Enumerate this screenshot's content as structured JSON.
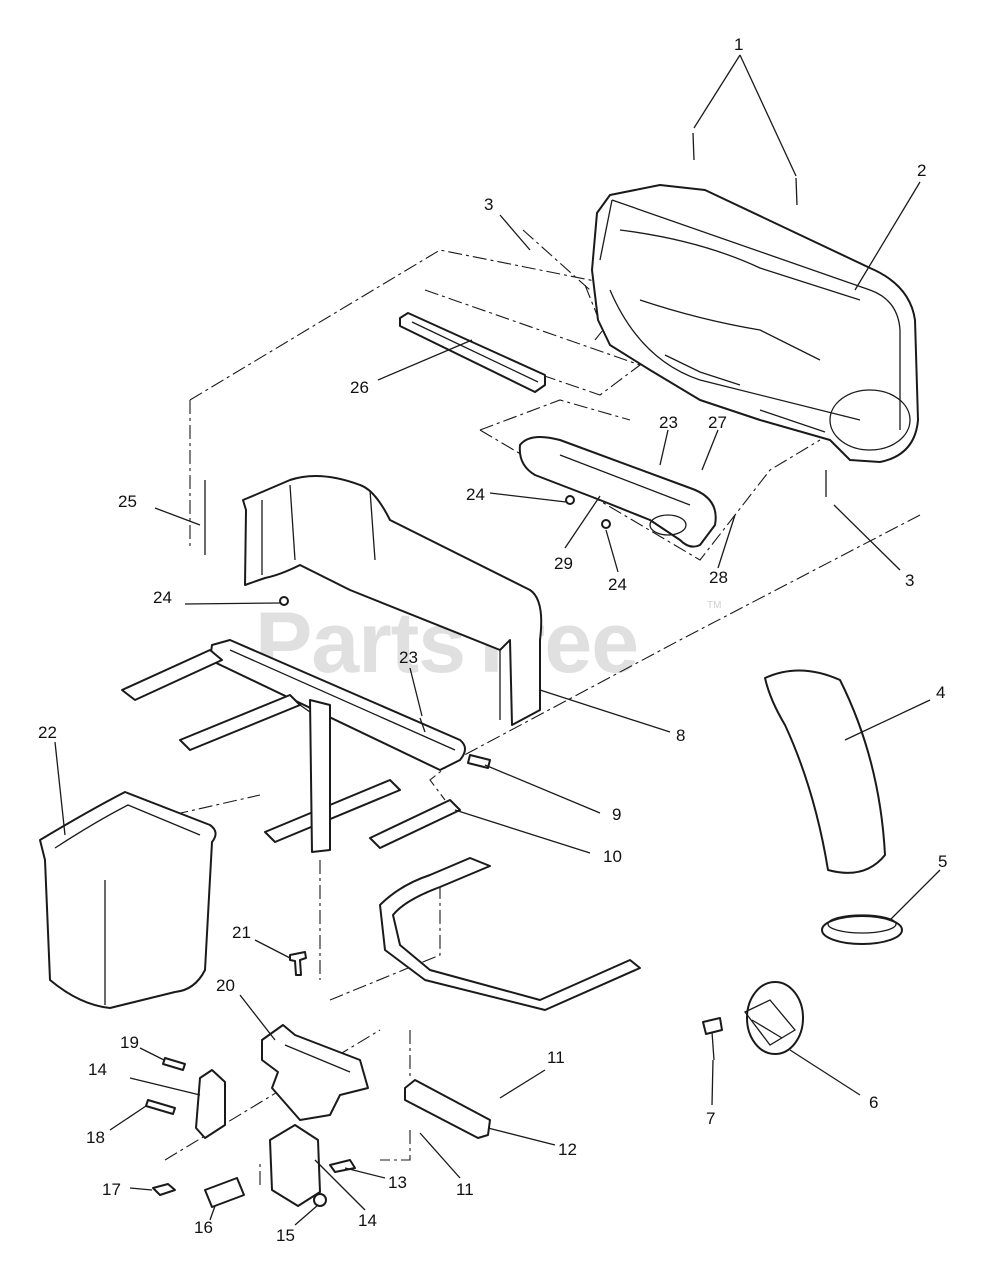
{
  "watermark": {
    "text": "PartsTree",
    "mark": "TM"
  },
  "callouts": {
    "c1": "1",
    "c2": "2",
    "c3a": "3",
    "c3b": "3",
    "c4": "4",
    "c5": "5",
    "c6": "6",
    "c7": "7",
    "c8": "8",
    "c9": "9",
    "c10": "10",
    "c11a": "11",
    "c11b": "11",
    "c12": "12",
    "c13": "13",
    "c14a": "14",
    "c14b": "14",
    "c15": "15",
    "c16": "16",
    "c17": "17",
    "c18": "18",
    "c19": "19",
    "c20": "20",
    "c21": "21",
    "c22": "22",
    "c23a": "23",
    "c23b": "23",
    "c24a": "24",
    "c24b": "24",
    "c24c": "24",
    "c25": "25",
    "c26": "26",
    "c27": "27",
    "c28": "28",
    "c29": "29"
  },
  "colors": {
    "ink": "#1a1a1a",
    "watermark": "#d6d6d6",
    "background": "#ffffff"
  }
}
